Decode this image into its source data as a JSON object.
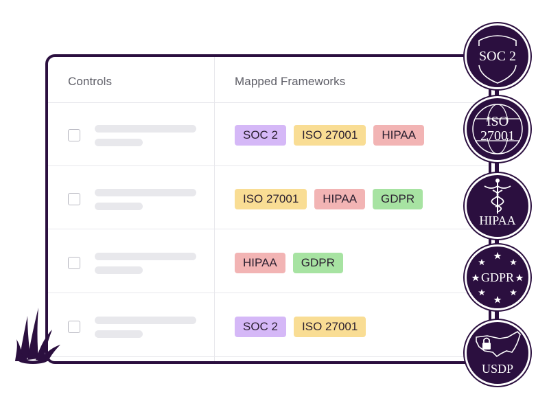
{
  "table": {
    "headers": {
      "controls": "Controls",
      "frameworks": "Mapped Frameworks"
    },
    "rows": [
      {
        "tags": [
          {
            "label": "SOC 2",
            "color": "#d5b8f7"
          },
          {
            "label": "ISO 27001",
            "color": "#f9dd94"
          },
          {
            "label": "HIPAA",
            "color": "#f2b4b4"
          }
        ]
      },
      {
        "tags": [
          {
            "label": "ISO 27001",
            "color": "#f9dd94"
          },
          {
            "label": "HIPAA",
            "color": "#f2b4b4"
          },
          {
            "label": "GDPR",
            "color": "#a7e3a2"
          }
        ]
      },
      {
        "tags": [
          {
            "label": "HIPAA",
            "color": "#f2b4b4"
          },
          {
            "label": "GDPR",
            "color": "#a7e3a2"
          }
        ]
      },
      {
        "tags": [
          {
            "label": "SOC 2",
            "color": "#d5b8f7"
          },
          {
            "label": "ISO 27001",
            "color": "#f9dd94"
          }
        ]
      }
    ]
  },
  "badges": {
    "soc2": "SOC 2",
    "iso_line1": "ISO",
    "iso_line2": "27001",
    "hipaa": "HIPAA",
    "gdpr": "GDPR",
    "usdp": "USDP"
  },
  "colors": {
    "border": "#2b0f3f",
    "soc2": "#d5b8f7",
    "iso": "#f9dd94",
    "hipaa": "#f2b4b4",
    "gdpr": "#a7e3a2"
  },
  "icons": [
    "shield-icon",
    "globe-icon",
    "caduceus-icon",
    "stars-ring-icon",
    "us-map-icon",
    "lock-icon",
    "grass-icon"
  ]
}
